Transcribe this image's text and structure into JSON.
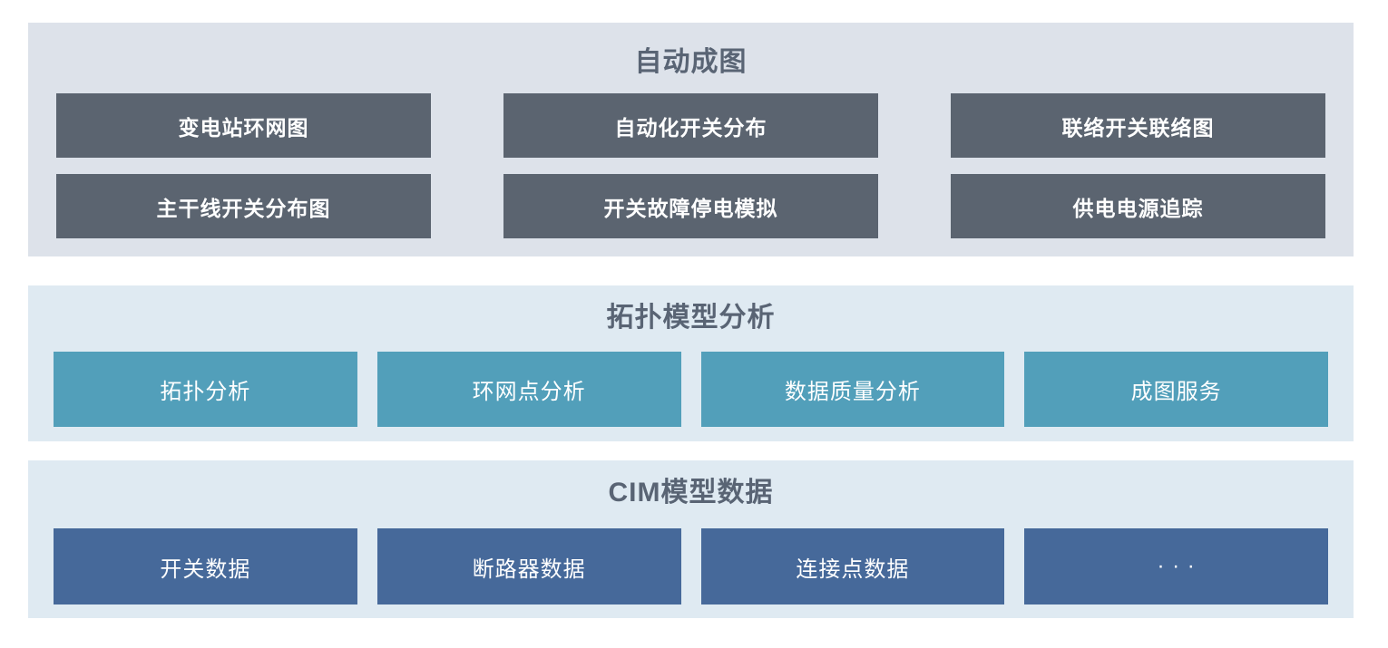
{
  "colors": {
    "page_background": "#ffffff",
    "auto_panel_bg": "#dde2ea",
    "auto_block_bg": "#5b6470",
    "analysis_panel_bg": "#dfeaf2",
    "topo_block_bg": "#529fba",
    "cim_block_bg": "#46699a",
    "title_text": "#596474",
    "block_text": "#ffffff"
  },
  "sections": [
    {
      "title": "自动成图",
      "buttons": [
        "变电站环网图",
        "自动化开关分布",
        "联络开关联络图",
        "主干线开关分布图",
        "开关故障停电模拟",
        "供电电源追踪"
      ]
    },
    {
      "title": "拓扑模型分析",
      "buttons": [
        "拓扑分析",
        "环网点分析",
        "数据质量分析",
        "成图服务"
      ]
    },
    {
      "title": "CIM模型数据",
      "buttons": [
        "开关数据",
        "断路器数据",
        "连接点数据",
        "· · ·"
      ]
    }
  ]
}
